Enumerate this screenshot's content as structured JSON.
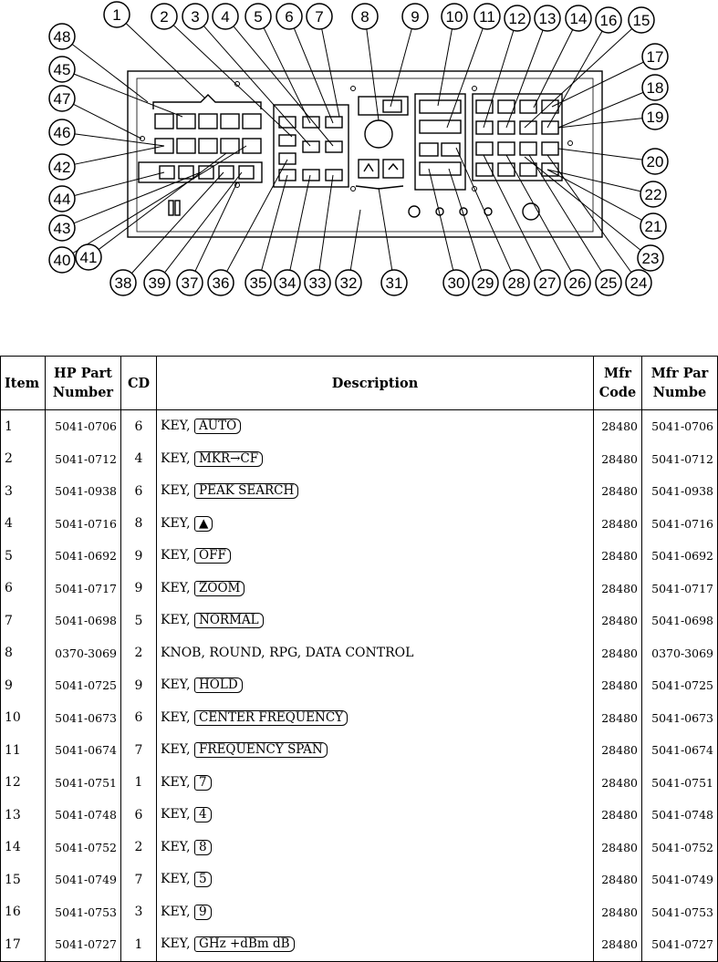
{
  "diagram": {
    "callouts_top": [
      "1",
      "2",
      "3",
      "4",
      "5",
      "6",
      "7",
      "8",
      "9",
      "10",
      "11",
      "12",
      "13",
      "14",
      "16",
      "15"
    ],
    "callouts_right": [
      "17",
      "18",
      "19",
      "20",
      "22",
      "21",
      "23"
    ],
    "callouts_left": [
      "48",
      "45",
      "47",
      "46",
      "42",
      "44",
      "43",
      "40"
    ],
    "callouts_bottom": [
      "41",
      "38",
      "39",
      "37",
      "36",
      "35",
      "34",
      "33",
      "32",
      "31",
      "30",
      "29",
      "28",
      "27",
      "26",
      "25",
      "24"
    ]
  },
  "table": {
    "headers": {
      "item": "Item",
      "hp_part_1": "HP Part",
      "hp_part_2": "Number",
      "cd": "CD",
      "description": "Description",
      "mfr_code_1": "Mfr",
      "mfr_code_2": "Code",
      "mfr_part_1": "Mfr Par",
      "mfr_part_2": "Numbe"
    },
    "rows": [
      {
        "item": "1",
        "hp_part": "5041-0706",
        "cd": "6",
        "prefix": "KEY,",
        "key": "AUTO",
        "desc": "",
        "mfr_code": "28480",
        "mfr_part": "5041-0706"
      },
      {
        "item": "2",
        "hp_part": "5041-0712",
        "cd": "4",
        "prefix": "KEY,",
        "key": "MKR→CF",
        "desc": "",
        "mfr_code": "28480",
        "mfr_part": "5041-0712"
      },
      {
        "item": "3",
        "hp_part": "5041-0938",
        "cd": "6",
        "prefix": "KEY,",
        "key": "PEAK SEARCH",
        "desc": "",
        "mfr_code": "28480",
        "mfr_part": "5041-0938"
      },
      {
        "item": "4",
        "hp_part": "5041-0716",
        "cd": "8",
        "prefix": "KEY,",
        "key": "▲",
        "desc": "",
        "mfr_code": "28480",
        "mfr_part": "5041-0716"
      },
      {
        "item": "5",
        "hp_part": "5041-0692",
        "cd": "9",
        "prefix": "KEY,",
        "key": "OFF",
        "desc": "",
        "mfr_code": "28480",
        "mfr_part": "5041-0692"
      },
      {
        "item": "6",
        "hp_part": "5041-0717",
        "cd": "9",
        "prefix": "KEY,",
        "key": "ZOOM",
        "desc": "",
        "mfr_code": "28480",
        "mfr_part": "5041-0717"
      },
      {
        "item": "7",
        "hp_part": "5041-0698",
        "cd": "5",
        "prefix": "KEY,",
        "key": "NORMAL",
        "desc": "",
        "mfr_code": "28480",
        "mfr_part": "5041-0698"
      },
      {
        "item": "8",
        "hp_part": "0370-3069",
        "cd": "2",
        "prefix": "",
        "key": "",
        "desc": "KNOB, ROUND, RPG, DATA CONTROL",
        "mfr_code": "28480",
        "mfr_part": "0370-3069"
      },
      {
        "item": "9",
        "hp_part": "5041-0725",
        "cd": "9",
        "prefix": "KEY,",
        "key": "HOLD",
        "desc": "",
        "mfr_code": "28480",
        "mfr_part": "5041-0725"
      },
      {
        "item": "10",
        "hp_part": "5041-0673",
        "cd": "6",
        "prefix": "KEY,",
        "key": "CENTER FREQUENCY",
        "desc": "",
        "mfr_code": "28480",
        "mfr_part": "5041-0673"
      },
      {
        "item": "11",
        "hp_part": "5041-0674",
        "cd": "7",
        "prefix": "KEY,",
        "key": "FREQUENCY SPAN",
        "desc": "",
        "mfr_code": "28480",
        "mfr_part": "5041-0674"
      },
      {
        "item": "12",
        "hp_part": "5041-0751",
        "cd": "1",
        "prefix": "KEY,",
        "key": "7",
        "desc": "",
        "mfr_code": "28480",
        "mfr_part": "5041-0751"
      },
      {
        "item": "13",
        "hp_part": "5041-0748",
        "cd": "6",
        "prefix": "KEY,",
        "key": "4",
        "desc": "",
        "mfr_code": "28480",
        "mfr_part": "5041-0748"
      },
      {
        "item": "14",
        "hp_part": "5041-0752",
        "cd": "2",
        "prefix": "KEY,",
        "key": "8",
        "desc": "",
        "mfr_code": "28480",
        "mfr_part": "5041-0752"
      },
      {
        "item": "15",
        "hp_part": "5041-0749",
        "cd": "7",
        "prefix": "KEY,",
        "key": "5",
        "desc": "",
        "mfr_code": "28480",
        "mfr_part": "5041-0749"
      },
      {
        "item": "16",
        "hp_part": "5041-0753",
        "cd": "3",
        "prefix": "KEY,",
        "key": "9",
        "desc": "",
        "mfr_code": "28480",
        "mfr_part": "5041-0753"
      },
      {
        "item": "17",
        "hp_part": "5041-0727",
        "cd": "1",
        "prefix": "KEY,",
        "key": "GHz +dBm dB",
        "desc": "",
        "mfr_code": "28480",
        "mfr_part": "5041-0727"
      }
    ]
  }
}
